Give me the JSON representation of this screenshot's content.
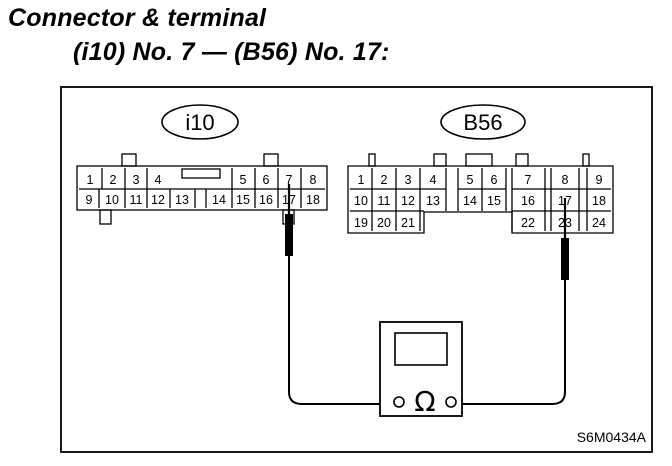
{
  "title_line1": "Connector & terminal",
  "title_line2": "(i10) No. 7 — (B56) No. 17:",
  "connector_left": {
    "label": "i10",
    "top_row": [
      "1",
      "2",
      "3",
      "4",
      "5",
      "6",
      "7",
      "8"
    ],
    "bottom_row": [
      "9",
      "10",
      "11",
      "12",
      "13",
      "14",
      "15",
      "16",
      "17",
      "18"
    ]
  },
  "connector_right": {
    "label": "B56",
    "row1": [
      "1",
      "2",
      "3",
      "4",
      "5",
      "6",
      "7",
      "8",
      "9"
    ],
    "row2": [
      "10",
      "11",
      "12",
      "13",
      "14",
      "15",
      "16",
      "17",
      "18"
    ],
    "row3": [
      "19",
      "20",
      "21",
      "22",
      "23",
      "24"
    ]
  },
  "meter_symbol": "Ω",
  "figure_code": "S6M0434A"
}
